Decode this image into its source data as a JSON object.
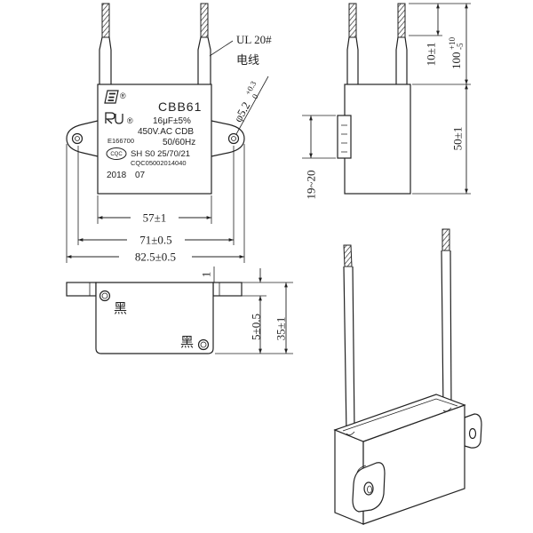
{
  "front_view": {
    "nameplate": {
      "brand_logo_icon": "brand-logo-icon",
      "registered_mark_top": "®",
      "model": "CBB61",
      "ul_recognized_icon": "ur-mark-icon",
      "registered_mark_ul": "®",
      "capacitance": "16μF±5%",
      "voltage_rating": "450V.AC CDB",
      "ul_file_number": "E166700",
      "frequency": "50/60Hz",
      "cqc_logo": "CQC",
      "climatic_class": "SH S0 25/70/21",
      "cqc_certificate": "CQC05002014040",
      "date_year": "2018",
      "date_month": "07"
    },
    "lead_callout": {
      "gauge": "UL 20#",
      "name": "电线"
    },
    "hole": {
      "diameter": "φ5.2",
      "upper_tolerance": "+0.3",
      "lower_tolerance": "0"
    },
    "dimensions": {
      "body_width": "57±1",
      "hole_pitch": "71±0.5",
      "overall_length": "82.5±0.5"
    }
  },
  "side_view": {
    "dimensions": {
      "strip_length": "10±1",
      "lead_length": "100",
      "lead_length_upper_tolerance": "+10",
      "lead_length_lower_tolerance": "-5",
      "body_height": "50±1",
      "ear_position": "19~20"
    }
  },
  "bottom_view": {
    "terminal_marks": [
      "黑",
      "黑"
    ],
    "dimensions": {
      "ear_thickness": "1",
      "ear_offset": "5±0.5",
      "body_thickness": "35±1"
    }
  },
  "colors": {
    "line": "#222222",
    "background": "#ffffff"
  }
}
